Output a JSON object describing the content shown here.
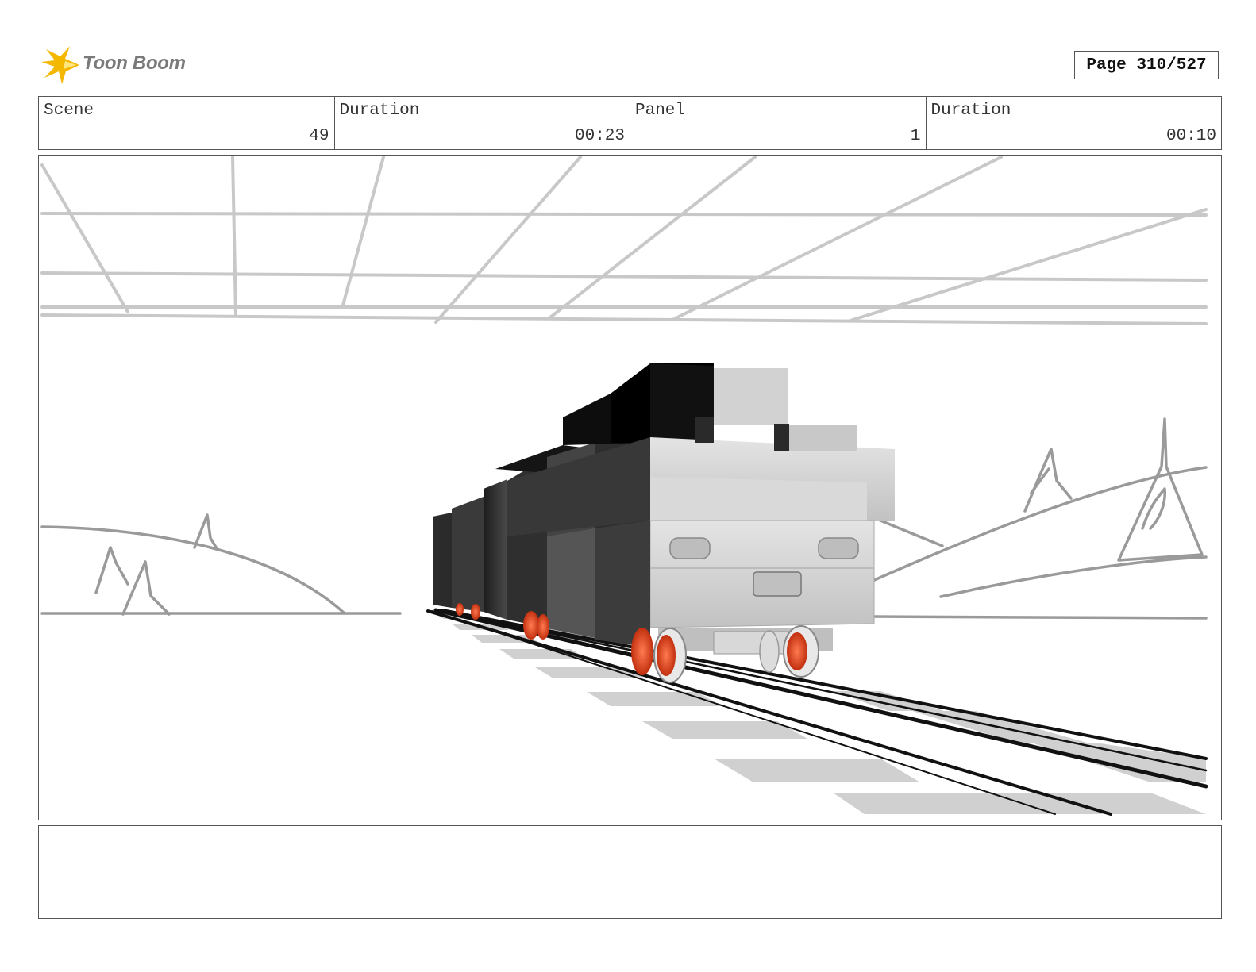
{
  "header": {
    "logo_text": "Toon Boom",
    "page_label": "Page 310/527"
  },
  "info": {
    "scene_label": "Scene",
    "scene_value": "49",
    "scene_duration_label": "Duration",
    "scene_duration_value": "00:23",
    "panel_label": "Panel",
    "panel_value": "1",
    "panel_duration_label": "Duration",
    "panel_duration_value": "00:10"
  },
  "panel_image": {
    "icon": "train-on-tracks-sketch",
    "colors": {
      "wheel": "#d9401e",
      "sketch": "#9a9a9a",
      "body_light": "#d6d6d6",
      "body_dark": "#2a2a2a"
    }
  },
  "notes": {
    "text": ""
  }
}
